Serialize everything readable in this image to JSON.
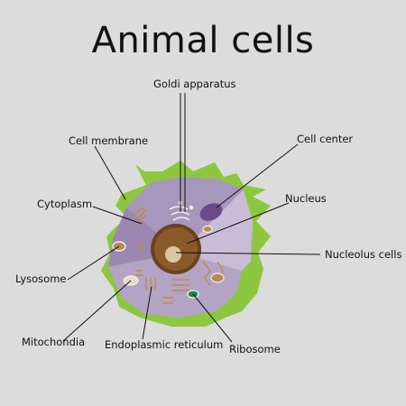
{
  "title": "Animal cells",
  "labels": {
    "golgi": "Goldi apparatus",
    "cell_membrane": "Cell membrane",
    "cell_center": "Cell center",
    "cytoplasm": "Cytoplasm",
    "nucleus": "Nucleus",
    "nucleolus": "Nucleolus cells",
    "lysosome": "Lysosome",
    "mitochondia": "Mitochondia",
    "er": "Endoplasmic reticulum",
    "ribosome": "Ribosome"
  },
  "colors": {
    "background": "#dcdcdc",
    "membrane": "#8dc63f",
    "cytoplasm_light": "#c9bcd6",
    "cytoplasm_mid": "#b3a4c6",
    "cytoplasm_dark": "#9a87b2",
    "nucleus": "#8a5a2b",
    "nucleolus": "#d9c7a2",
    "cell_center": "#6a4a8a",
    "ribosome": "#1b8a3c"
  }
}
